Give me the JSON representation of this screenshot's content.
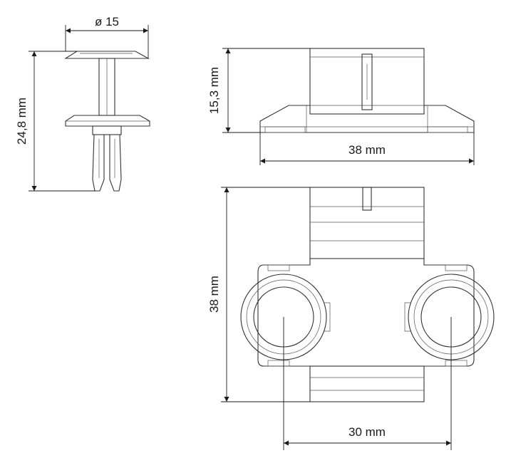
{
  "dimensions": {
    "diameter": "ø 15",
    "height_clip": "24,8 mm",
    "height_side": "15,3 mm",
    "width_side": "38 mm",
    "height_top": "38 mm",
    "hole_spacing": "30 mm"
  }
}
